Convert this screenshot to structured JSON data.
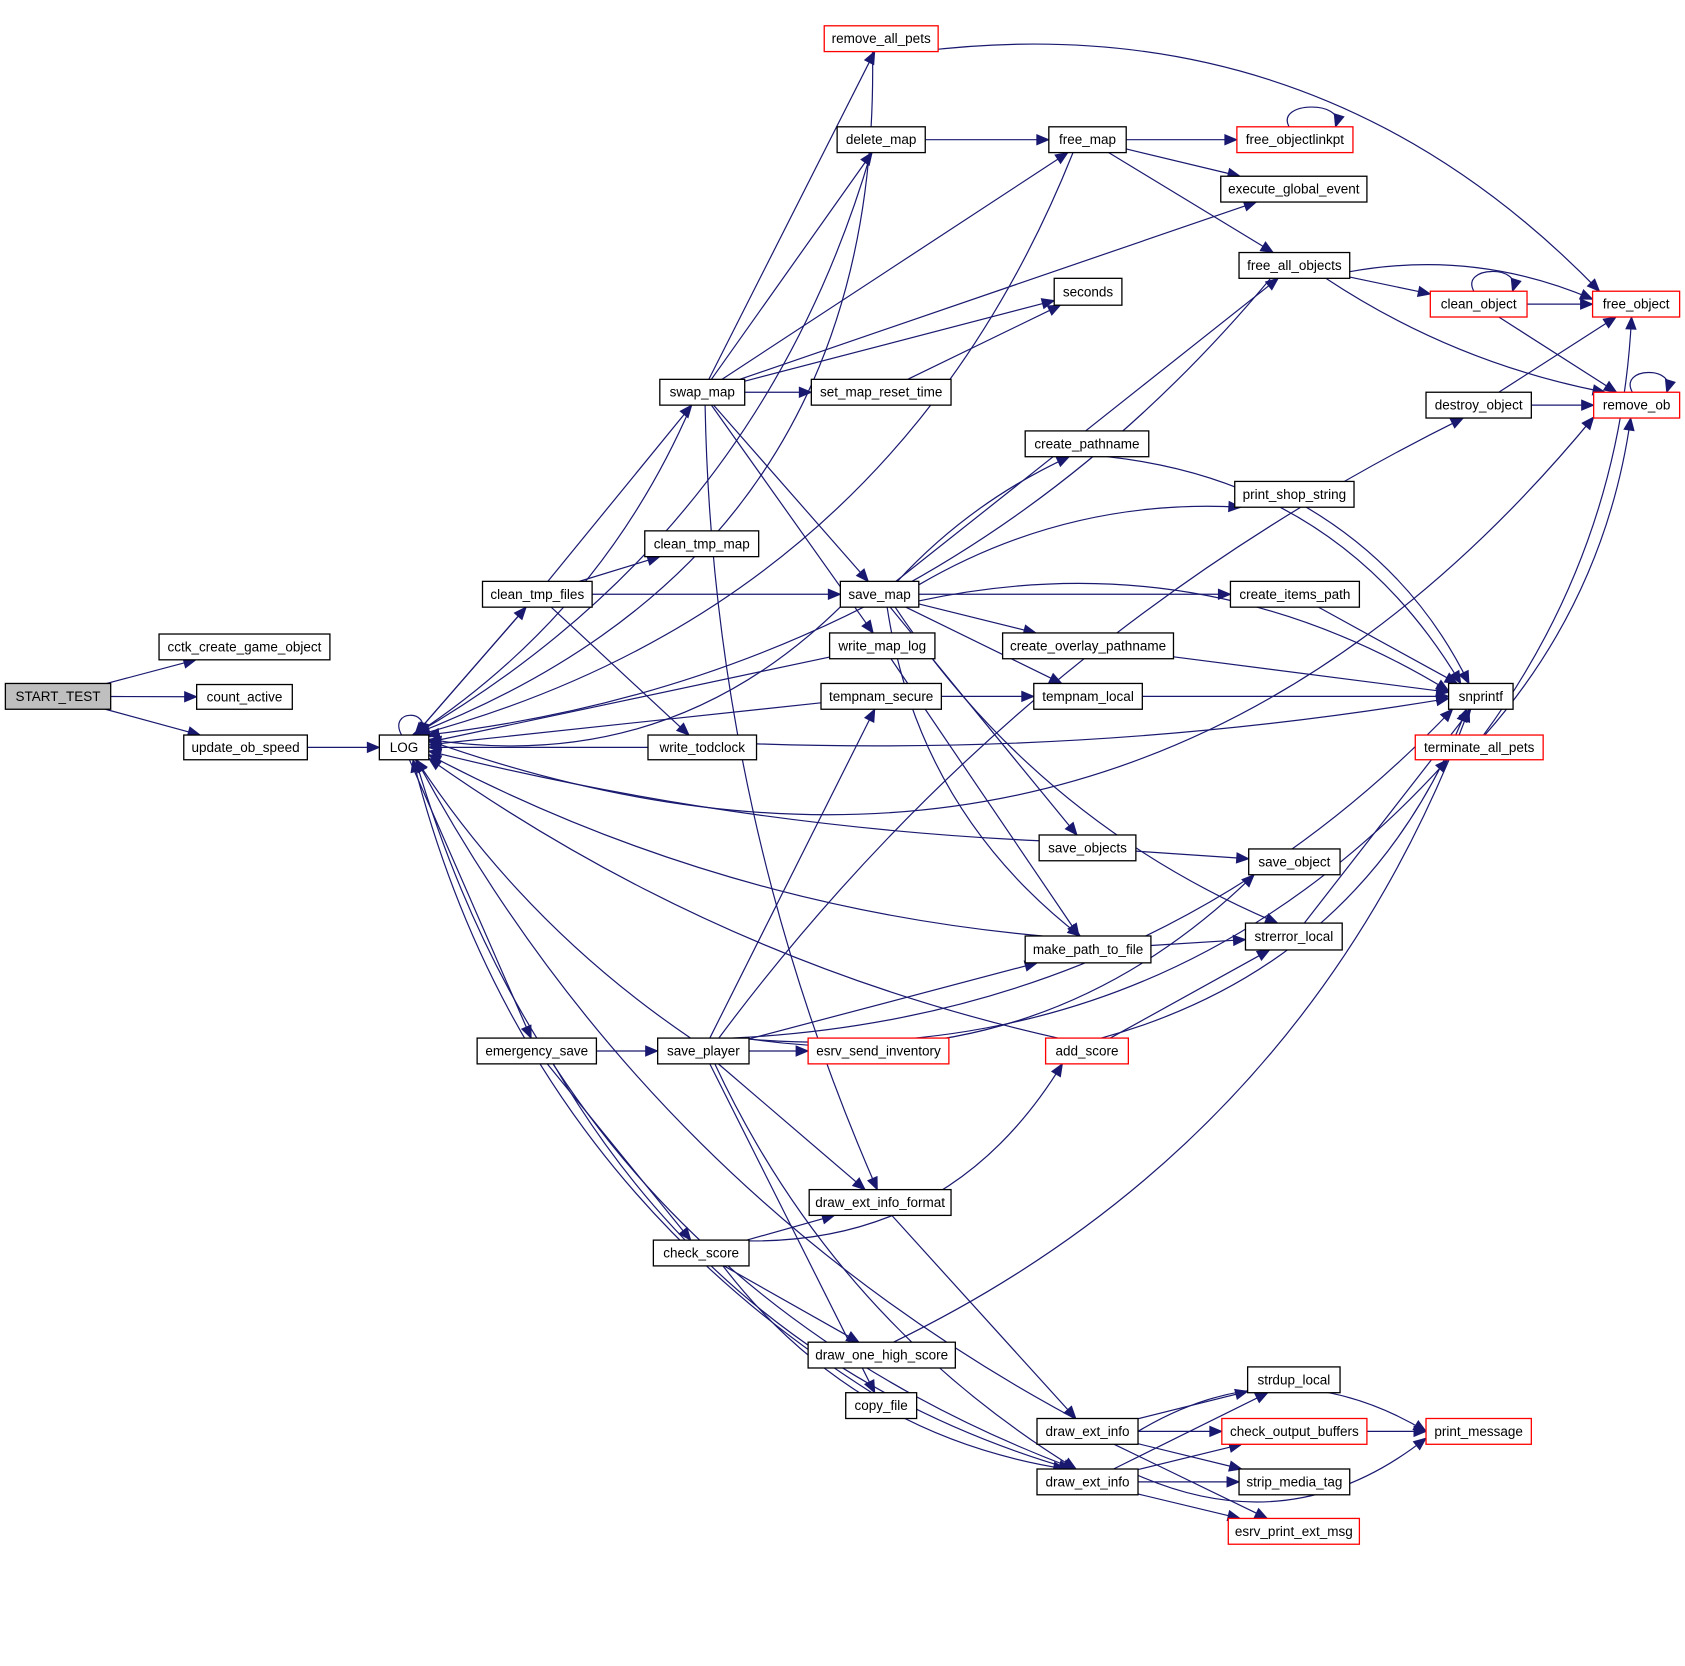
{
  "diagram": {
    "type": "call-graph",
    "root": "START_TEST",
    "colors": {
      "edge": "#191970",
      "root_fill": "#bfbfbf",
      "node_border": "#000000",
      "truncated_border": "#ff0000"
    },
    "nodes": [
      {
        "id": "START_TEST",
        "label": "START_TEST",
        "style": "root"
      },
      {
        "id": "cctk_create_game_object",
        "label": "cctk_create_game_object",
        "style": "normal"
      },
      {
        "id": "count_active",
        "label": "count_active",
        "style": "normal"
      },
      {
        "id": "update_ob_speed",
        "label": "update_ob_speed",
        "style": "normal"
      },
      {
        "id": "LOG",
        "label": "LOG",
        "style": "normal"
      },
      {
        "id": "remove_all_pets",
        "label": "remove_all_pets",
        "style": "truncated"
      },
      {
        "id": "delete_map",
        "label": "delete_map",
        "style": "normal"
      },
      {
        "id": "free_map",
        "label": "free_map",
        "style": "normal"
      },
      {
        "id": "free_objectlinkpt",
        "label": "free_objectlinkpt",
        "style": "truncated"
      },
      {
        "id": "execute_global_event",
        "label": "execute_global_event",
        "style": "normal"
      },
      {
        "id": "free_all_objects",
        "label": "free_all_objects",
        "style": "normal"
      },
      {
        "id": "seconds",
        "label": "seconds",
        "style": "normal"
      },
      {
        "id": "clean_object",
        "label": "clean_object",
        "style": "truncated"
      },
      {
        "id": "free_object",
        "label": "free_object",
        "style": "truncated"
      },
      {
        "id": "swap_map",
        "label": "swap_map",
        "style": "normal"
      },
      {
        "id": "set_map_reset_time",
        "label": "set_map_reset_time",
        "style": "normal"
      },
      {
        "id": "destroy_object",
        "label": "destroy_object",
        "style": "normal"
      },
      {
        "id": "remove_ob",
        "label": "remove_ob",
        "style": "truncated"
      },
      {
        "id": "create_pathname",
        "label": "create_pathname",
        "style": "normal"
      },
      {
        "id": "print_shop_string",
        "label": "print_shop_string",
        "style": "normal"
      },
      {
        "id": "clean_tmp_map",
        "label": "clean_tmp_map",
        "style": "normal"
      },
      {
        "id": "clean_tmp_files",
        "label": "clean_tmp_files",
        "style": "normal"
      },
      {
        "id": "save_map",
        "label": "save_map",
        "style": "normal"
      },
      {
        "id": "create_items_path",
        "label": "create_items_path",
        "style": "normal"
      },
      {
        "id": "write_map_log",
        "label": "write_map_log",
        "style": "normal"
      },
      {
        "id": "create_overlay_pathname",
        "label": "create_overlay_pathname",
        "style": "normal"
      },
      {
        "id": "tempnam_secure",
        "label": "tempnam_secure",
        "style": "normal"
      },
      {
        "id": "tempnam_local",
        "label": "tempnam_local",
        "style": "normal"
      },
      {
        "id": "snprintf",
        "label": "snprintf",
        "style": "normal"
      },
      {
        "id": "write_todclock",
        "label": "write_todclock",
        "style": "normal"
      },
      {
        "id": "terminate_all_pets",
        "label": "terminate_all_pets",
        "style": "truncated"
      },
      {
        "id": "save_objects",
        "label": "save_objects",
        "style": "normal"
      },
      {
        "id": "save_object",
        "label": "save_object",
        "style": "normal"
      },
      {
        "id": "strerror_local",
        "label": "strerror_local",
        "style": "normal"
      },
      {
        "id": "make_path_to_file",
        "label": "make_path_to_file",
        "style": "normal"
      },
      {
        "id": "emergency_save",
        "label": "emergency_save",
        "style": "normal"
      },
      {
        "id": "save_player",
        "label": "save_player",
        "style": "normal"
      },
      {
        "id": "esrv_send_inventory",
        "label": "esrv_send_inventory",
        "style": "truncated"
      },
      {
        "id": "add_score",
        "label": "add_score",
        "style": "truncated"
      },
      {
        "id": "draw_ext_info_format",
        "label": "draw_ext_info_format",
        "style": "normal"
      },
      {
        "id": "check_score",
        "label": "check_score",
        "style": "normal"
      },
      {
        "id": "draw_one_high_score",
        "label": "draw_one_high_score",
        "style": "normal"
      },
      {
        "id": "copy_file",
        "label": "copy_file",
        "style": "normal"
      },
      {
        "id": "strdup_local",
        "label": "strdup_local",
        "style": "normal"
      },
      {
        "id": "draw_ext_info_a",
        "label": "draw_ext_info",
        "style": "normal"
      },
      {
        "id": "check_output_buffers",
        "label": "check_output_buffers",
        "style": "truncated"
      },
      {
        "id": "print_message",
        "label": "print_message",
        "style": "truncated"
      },
      {
        "id": "draw_ext_info_b",
        "label": "draw_ext_info",
        "style": "normal"
      },
      {
        "id": "strip_media_tag",
        "label": "strip_media_tag",
        "style": "normal"
      },
      {
        "id": "esrv_print_ext_msg",
        "label": "esrv_print_ext_msg",
        "style": "truncated"
      }
    ],
    "edges": [
      [
        "START_TEST",
        "cctk_create_game_object"
      ],
      [
        "START_TEST",
        "count_active"
      ],
      [
        "START_TEST",
        "update_ob_speed"
      ],
      [
        "update_ob_speed",
        "LOG"
      ],
      [
        "LOG",
        "LOG"
      ],
      [
        "LOG",
        "clean_tmp_files"
      ],
      [
        "LOG",
        "emergency_save"
      ],
      [
        "LOG",
        "draw_ext_info_b"
      ],
      [
        "LOG",
        "remove_ob"
      ],
      [
        "remove_all_pets",
        "LOG"
      ],
      [
        "remove_all_pets",
        "free_object"
      ],
      [
        "delete_map",
        "LOG"
      ],
      [
        "delete_map",
        "free_map"
      ],
      [
        "free_map",
        "LOG"
      ],
      [
        "free_map",
        "free_objectlinkpt"
      ],
      [
        "free_map",
        "execute_global_event"
      ],
      [
        "free_map",
        "free_all_objects"
      ],
      [
        "free_objectlinkpt",
        "free_objectlinkpt"
      ],
      [
        "free_all_objects",
        "LOG"
      ],
      [
        "free_all_objects",
        "free_object"
      ],
      [
        "free_all_objects",
        "clean_object"
      ],
      [
        "free_all_objects",
        "remove_ob"
      ],
      [
        "clean_object",
        "clean_object"
      ],
      [
        "clean_object",
        "free_object"
      ],
      [
        "clean_object",
        "remove_ob"
      ],
      [
        "destroy_object",
        "free_object"
      ],
      [
        "destroy_object",
        "remove_ob"
      ],
      [
        "remove_ob",
        "remove_ob"
      ],
      [
        "swap_map",
        "LOG"
      ],
      [
        "swap_map",
        "remove_all_pets"
      ],
      [
        "swap_map",
        "delete_map"
      ],
      [
        "swap_map",
        "free_map"
      ],
      [
        "swap_map",
        "execute_global_event"
      ],
      [
        "swap_map",
        "seconds"
      ],
      [
        "swap_map",
        "set_map_reset_time"
      ],
      [
        "swap_map",
        "save_map"
      ],
      [
        "swap_map",
        "write_map_log"
      ],
      [
        "swap_map",
        "draw_ext_info_format"
      ],
      [
        "set_map_reset_time",
        "seconds"
      ],
      [
        "clean_tmp_files",
        "LOG"
      ],
      [
        "clean_tmp_files",
        "swap_map"
      ],
      [
        "clean_tmp_files",
        "clean_tmp_map"
      ],
      [
        "clean_tmp_files",
        "save_map"
      ],
      [
        "clean_tmp_files",
        "write_todclock"
      ],
      [
        "save_map",
        "LOG"
      ],
      [
        "save_map",
        "free_all_objects"
      ],
      [
        "save_map",
        "create_pathname"
      ],
      [
        "save_map",
        "print_shop_string"
      ],
      [
        "save_map",
        "snprintf"
      ],
      [
        "save_map",
        "create_items_path"
      ],
      [
        "save_map",
        "create_overlay_pathname"
      ],
      [
        "save_map",
        "tempnam_local"
      ],
      [
        "save_map",
        "save_objects"
      ],
      [
        "save_map",
        "make_path_to_file"
      ],
      [
        "save_map",
        "strerror_local"
      ],
      [
        "create_pathname",
        "snprintf"
      ],
      [
        "print_shop_string",
        "snprintf"
      ],
      [
        "create_items_path",
        "snprintf"
      ],
      [
        "create_overlay_pathname",
        "snprintf"
      ],
      [
        "tempnam_local",
        "snprintf"
      ],
      [
        "write_map_log",
        "LOG"
      ],
      [
        "write_map_log",
        "make_path_to_file"
      ],
      [
        "tempnam_secure",
        "LOG"
      ],
      [
        "tempnam_secure",
        "tempnam_local"
      ],
      [
        "write_todclock",
        "LOG"
      ],
      [
        "write_todclock",
        "snprintf"
      ],
      [
        "terminate_all_pets",
        "free_object"
      ],
      [
        "terminate_all_pets",
        "remove_ob"
      ],
      [
        "save_objects",
        "LOG"
      ],
      [
        "save_objects",
        "save_object"
      ],
      [
        "make_path_to_file",
        "LOG"
      ],
      [
        "make_path_to_file",
        "strerror_local"
      ],
      [
        "strerror_local",
        "snprintf"
      ],
      [
        "emergency_save",
        "save_player"
      ],
      [
        "emergency_save",
        "check_score"
      ],
      [
        "emergency_save",
        "draw_ext_info_b"
      ],
      [
        "save_player",
        "LOG"
      ],
      [
        "save_player",
        "destroy_object"
      ],
      [
        "save_player",
        "tempnam_secure"
      ],
      [
        "save_player",
        "make_path_to_file"
      ],
      [
        "save_player",
        "save_object"
      ],
      [
        "save_player",
        "esrv_send_inventory"
      ],
      [
        "save_player",
        "snprintf"
      ],
      [
        "save_player",
        "terminate_all_pets"
      ],
      [
        "save_player",
        "draw_ext_info_format"
      ],
      [
        "save_player",
        "copy_file"
      ],
      [
        "save_player",
        "draw_ext_info_b"
      ],
      [
        "add_score",
        "LOG"
      ],
      [
        "add_score",
        "strerror_local"
      ],
      [
        "add_score",
        "snprintf"
      ],
      [
        "check_score",
        "add_score"
      ],
      [
        "check_score",
        "draw_ext_info_format"
      ],
      [
        "check_score",
        "draw_one_high_score"
      ],
      [
        "check_score",
        "draw_ext_info_b"
      ],
      [
        "draw_ext_info_format",
        "draw_ext_info_a"
      ],
      [
        "draw_one_high_score",
        "snprintf"
      ],
      [
        "copy_file",
        "LOG"
      ],
      [
        "draw_ext_info_a",
        "LOG"
      ],
      [
        "draw_ext_info_a",
        "strdup_local"
      ],
      [
        "draw_ext_info_a",
        "check_output_buffers"
      ],
      [
        "draw_ext_info_a",
        "strip_media_tag"
      ],
      [
        "draw_ext_info_a",
        "esrv_print_ext_msg"
      ],
      [
        "draw_ext_info_a",
        "print_message"
      ],
      [
        "check_output_buffers",
        "print_message"
      ],
      [
        "draw_ext_info_b",
        "strdup_local"
      ],
      [
        "draw_ext_info_b",
        "check_output_buffers"
      ],
      [
        "draw_ext_info_b",
        "strip_media_tag"
      ],
      [
        "draw_ext_info_b",
        "esrv_print_ext_msg"
      ],
      [
        "draw_ext_info_b",
        "print_message"
      ]
    ]
  }
}
